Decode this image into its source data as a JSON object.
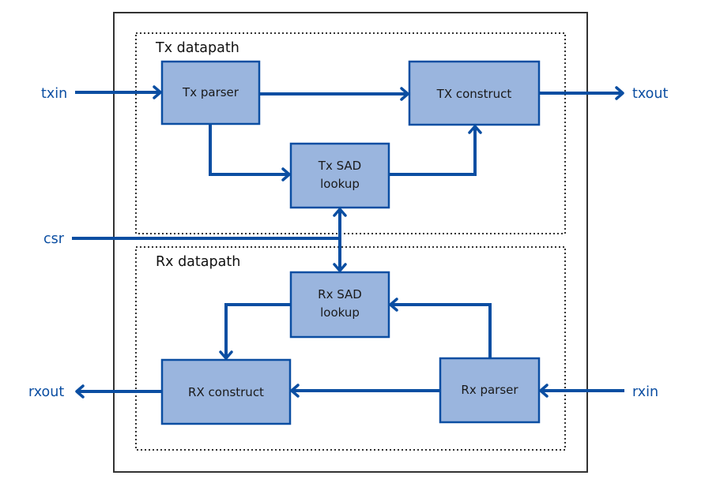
{
  "diagram": {
    "regions": {
      "tx": {
        "label": "Tx datapath"
      },
      "rx": {
        "label": "Rx datapath"
      }
    },
    "blocks": {
      "tx_parser": {
        "lines": [
          "Tx parser"
        ]
      },
      "tx_construct": {
        "lines": [
          "TX construct"
        ]
      },
      "tx_sad": {
        "lines": [
          "Tx SAD",
          "lookup"
        ]
      },
      "rx_sad": {
        "lines": [
          "Rx SAD",
          "lookup"
        ]
      },
      "rx_construct": {
        "lines": [
          "RX construct"
        ]
      },
      "rx_parser": {
        "lines": [
          "Rx parser"
        ]
      }
    },
    "ports": {
      "txin": "txin",
      "txout": "txout",
      "csr": "csr",
      "rxout": "rxout",
      "rxin": "rxin"
    },
    "connections": [
      {
        "from": "txin",
        "to": "Tx parser"
      },
      {
        "from": "Tx parser",
        "to": "TX construct"
      },
      {
        "from": "TX construct",
        "to": "txout"
      },
      {
        "from": "Tx parser",
        "to": "Tx SAD lookup"
      },
      {
        "from": "Tx SAD lookup",
        "to": "TX construct"
      },
      {
        "from": "csr",
        "to": "Tx SAD lookup"
      },
      {
        "from": "csr",
        "to": "Rx SAD lookup"
      },
      {
        "from": "rxin",
        "to": "Rx parser"
      },
      {
        "from": "Rx parser",
        "to": "RX construct"
      },
      {
        "from": "Rx parser",
        "to": "Rx SAD lookup"
      },
      {
        "from": "Rx SAD lookup",
        "to": "RX construct"
      },
      {
        "from": "RX construct",
        "to": "rxout"
      }
    ],
    "colors": {
      "accent": "#0b4ea2",
      "block_fill": "#9ab5de",
      "border": "#333333"
    }
  }
}
